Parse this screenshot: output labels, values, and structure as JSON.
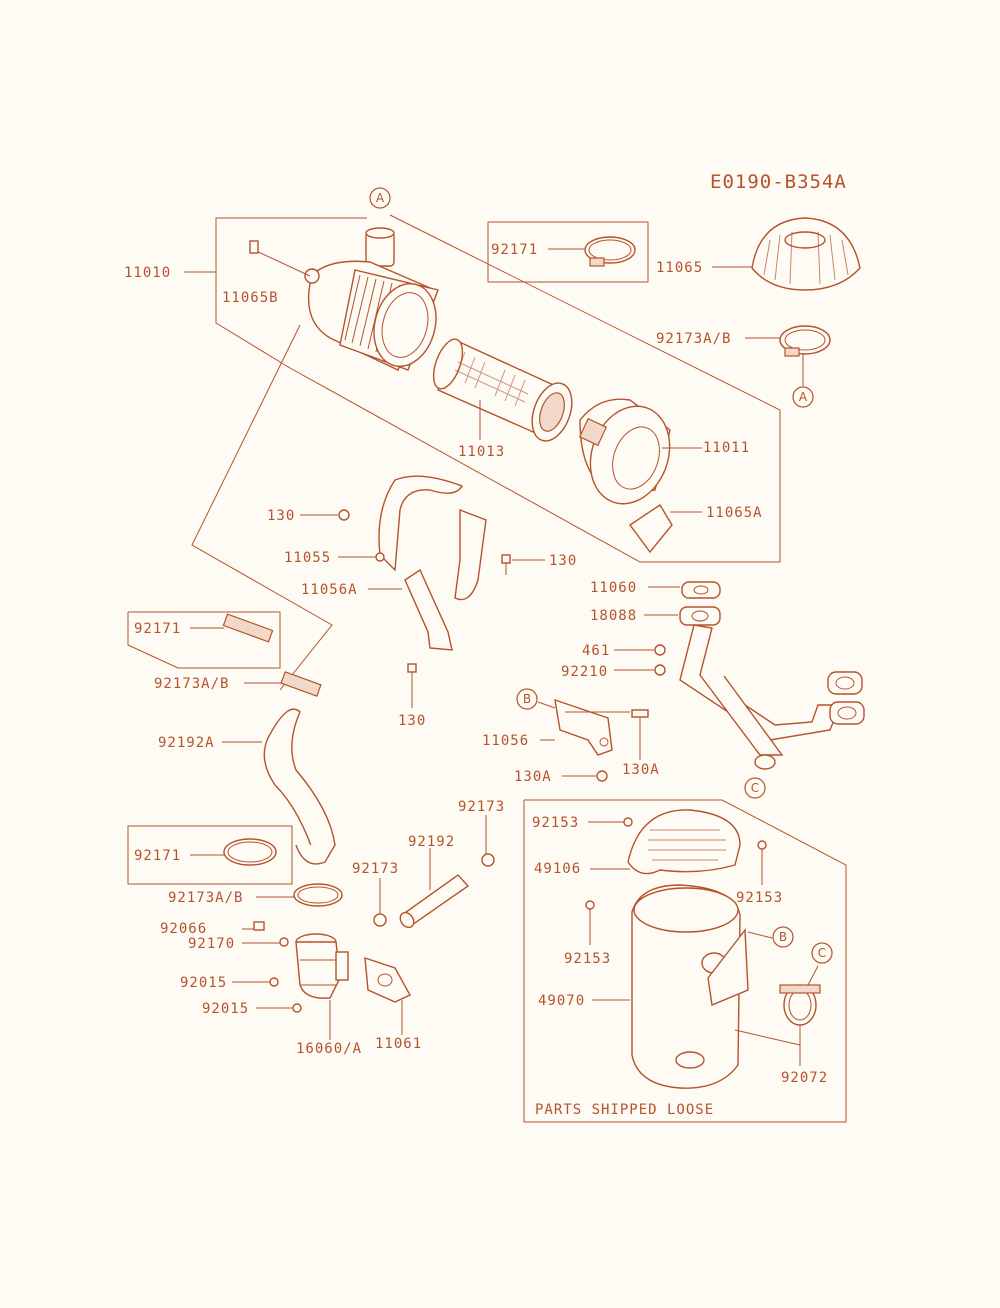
{
  "diagram_id": "E0190-B354A",
  "box_note": "PARTS SHIPPED LOOSE",
  "refs": {
    "a": "A",
    "b": "B",
    "c": "C"
  },
  "labels": {
    "p11010": "11010",
    "p11065B": "11065B",
    "p92171_a": "92171",
    "p11065": "11065",
    "p92173AB_a": "92173A/B",
    "p11013": "11013",
    "p11011": "11011",
    "p11065A": "11065A",
    "p130_a": "130",
    "p11055": "11055",
    "p130_b": "130",
    "p11056A": "11056A",
    "p11060": "11060",
    "p18088": "18088",
    "p461": "461",
    "p92210": "92210",
    "p92171_b": "92171",
    "p92173AB_b": "92173A/B",
    "p130_c": "130",
    "p92192A": "92192A",
    "p11056": "11056",
    "p130A_a": "130A",
    "p130A_b": "130A",
    "p92173_a": "92173",
    "p92192": "92192",
    "p92173_b": "92173",
    "p92171_c": "92171",
    "p92173AB_c": "92173A/B",
    "p92066": "92066",
    "p92170": "92170",
    "p92015_a": "92015",
    "p92015_b": "92015",
    "p16060A": "16060/A",
    "p11061": "11061",
    "p92153_a": "92153",
    "p49106": "49106",
    "p92153_b": "92153",
    "p92153_c": "92153",
    "p49070": "49070",
    "p92072": "92072"
  }
}
